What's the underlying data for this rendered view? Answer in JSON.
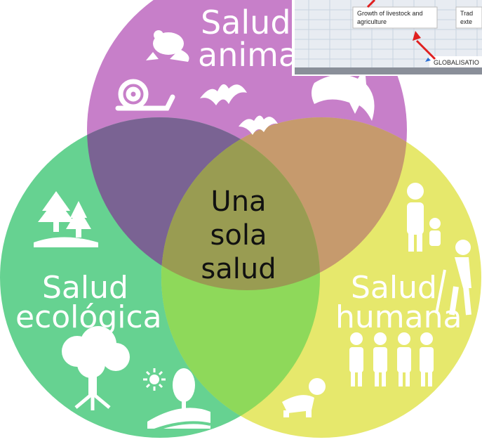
{
  "diagram": {
    "circles": {
      "animal": {
        "label_line1": "Salud",
        "label_line2": "animal",
        "color": "#c77fc9"
      },
      "ecological": {
        "label_line1": "Salud",
        "label_line2": "ecológica",
        "color": "#66d291"
      },
      "human": {
        "label_line1": "Salud",
        "label_line2": "humana",
        "color": "#e6e86c"
      }
    },
    "center": {
      "line1": "Una",
      "line2": "sola",
      "line3": "salud"
    }
  },
  "inset": {
    "box1": "Growth of livestock and",
    "box1b": "agriculture",
    "box2a": "Trad",
    "box2b": "exte",
    "label": "GLOBALISATIO"
  },
  "icons": [
    "frog-icon",
    "snail-icon",
    "bat-icon",
    "dolphin-icon",
    "forest-icon",
    "tree-icon",
    "sun-icon",
    "landscape-icon",
    "family-icon",
    "elderly-icon",
    "group-icon",
    "baby-icon"
  ]
}
